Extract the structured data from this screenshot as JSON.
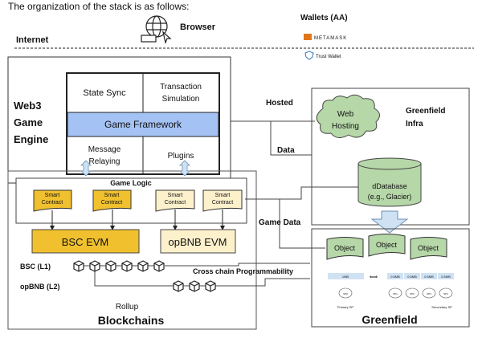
{
  "intro_text": "The organization of the stack is as follows:",
  "internet": {
    "label": "Internet",
    "browser_label": "Browser",
    "browser_icon": "globe-www-icon"
  },
  "wallets": {
    "title": "Wallets (AA)",
    "metamask": "METAMASK",
    "trust_wallet": "Trust Wallet"
  },
  "engine": {
    "title": [
      "Web3",
      "Game",
      "Engine"
    ],
    "state_sync": "State Sync",
    "tx_sim": [
      "Transaction",
      "Simulation"
    ],
    "framework": "Game Framework",
    "msg_relay": [
      "Message",
      "Relaying"
    ],
    "plugins": "Plugins"
  },
  "links": {
    "hosted": "Hosted",
    "data": "Data",
    "game_data": "Game Data",
    "cross_chain": "Cross chain Programmability"
  },
  "blockchains": {
    "title": "Blockchains",
    "game_logic": "Game Logic",
    "smart_contract": [
      "Smart",
      "Contract"
    ],
    "bsc_evm": "BSC EVM",
    "opbnb_evm": "opBNB EVM",
    "bsc_l1": "BSC (L1)",
    "opbnb_l2": "opBNB (L2)",
    "rollup": "Rollup"
  },
  "infra": {
    "title": [
      "Greenfield",
      "Infra"
    ],
    "web_hosting": [
      "Web",
      "Hosting"
    ],
    "ddatabase": [
      "dDatabase",
      "(e.g., Glacier)"
    ]
  },
  "greenfield": {
    "title": "Greenfield",
    "object": "Object",
    "primary_chunk": "1MB",
    "secondary_chunk": "0.5MB",
    "primary_sp": "Primary SP",
    "secondary_sp": "Secondary SP",
    "sp_labels": [
      "SP0",
      "SP1",
      "SP2",
      "SP3",
      "SP4"
    ]
  },
  "colors": {
    "bsc": "#f0c02e",
    "opbnb": "#fdf1cc",
    "framework": "#a4c2f4",
    "green": "#b6d7a8",
    "arrow": "#cfe2f3"
  }
}
